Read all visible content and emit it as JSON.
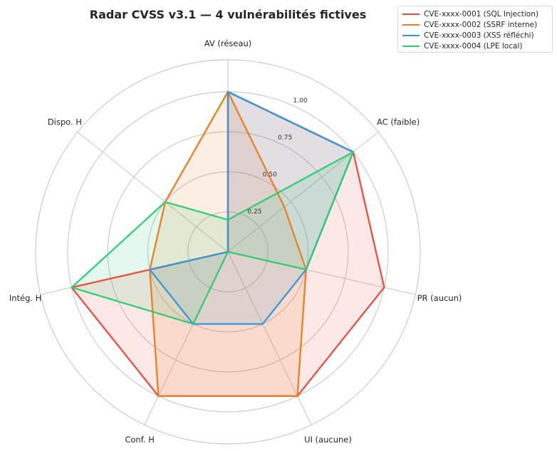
{
  "chart_data": {
    "type": "radar",
    "title": "Radar CVSS v3.1 — 4 vulnérabilités fictives",
    "axes": [
      "AV (réseau)",
      "AC (faible)",
      "PR (aucun)",
      "UI (aucune)",
      "Conf. H",
      "Intég. H",
      "Dispo. H"
    ],
    "rlim": [
      0,
      1.2
    ],
    "rticks": [
      0.25,
      0.5,
      0.75,
      1.0
    ],
    "rtick_labels": [
      "0.25",
      "0.50",
      "0.75",
      "1.00"
    ],
    "grid": true,
    "legend_position": "top-right",
    "series": [
      {
        "name": "CVE-xxxx-0001 (SQL Injection)",
        "color": "#e74c3c",
        "values": [
          1.0,
          1.0,
          1.0,
          1.0,
          1.0,
          1.0,
          0.0
        ]
      },
      {
        "name": "CVE-xxxx-0002 (SSRF interne)",
        "color": "#e67e22",
        "values": [
          1.0,
          0.45,
          0.5,
          1.0,
          1.0,
          0.5,
          0.5
        ]
      },
      {
        "name": "CVE-xxxx-0003 (XSS réfléchi)",
        "color": "#3498db",
        "values": [
          1.0,
          1.0,
          0.5,
          0.5,
          0.5,
          0.5,
          0.0
        ]
      },
      {
        "name": "CVE-xxxx-0004 (LPE local)",
        "color": "#2ecc71",
        "values": [
          0.2,
          1.0,
          0.5,
          0.0,
          0.5,
          1.0,
          0.5
        ]
      }
    ]
  }
}
